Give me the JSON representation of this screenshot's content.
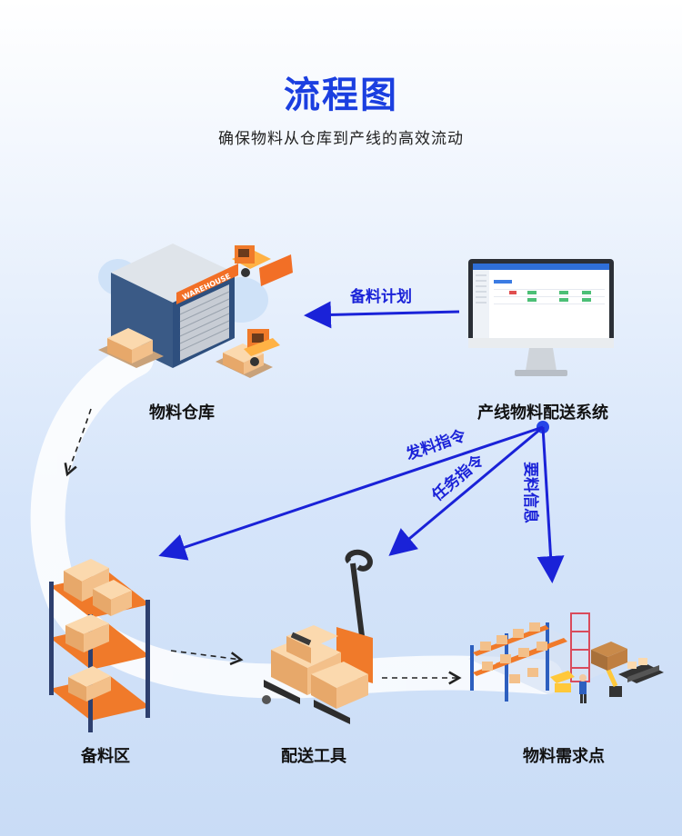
{
  "header": {
    "title": "流程图",
    "subtitle": "确保物料从仓库到产线的高效流动"
  },
  "nodes": {
    "warehouse": "物料仓库",
    "system": "产线物料配送系统",
    "staging": "备料区",
    "tool": "配送工具",
    "demand": "物料需求点"
  },
  "edges": {
    "plan": "备料计划",
    "issue": "发料指令",
    "task": "任务指令",
    "request": "要料信息"
  },
  "illustrations": {
    "warehouse_sign": "WAREHOUSE"
  },
  "colors": {
    "title": "#1b3fe0",
    "arrow": "#1a22d8",
    "orange": "#f07a2a",
    "box": "#f3c08a"
  }
}
